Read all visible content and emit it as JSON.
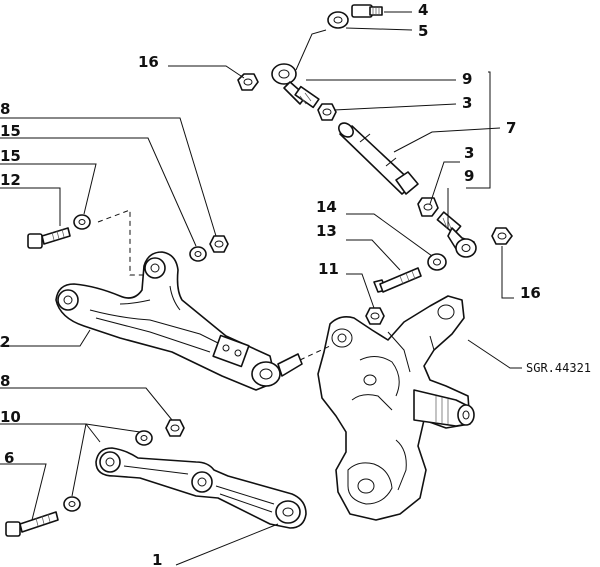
{
  "diagram": {
    "reference_code": "SGR.44321",
    "callouts": [
      {
        "id": "c4",
        "label": "4"
      },
      {
        "id": "c5",
        "label": "5"
      },
      {
        "id": "c16a",
        "label": "16"
      },
      {
        "id": "c9a",
        "label": "9"
      },
      {
        "id": "c3a",
        "label": "3"
      },
      {
        "id": "c7",
        "label": "7"
      },
      {
        "id": "c3b",
        "label": "3"
      },
      {
        "id": "c9b",
        "label": "9"
      },
      {
        "id": "c8a",
        "label": "8"
      },
      {
        "id": "c15a",
        "label": "15"
      },
      {
        "id": "c15b",
        "label": "15"
      },
      {
        "id": "c12",
        "label": "12"
      },
      {
        "id": "c14",
        "label": "14"
      },
      {
        "id": "c13",
        "label": "13"
      },
      {
        "id": "c11",
        "label": "11"
      },
      {
        "id": "c16b",
        "label": "16"
      },
      {
        "id": "c2",
        "label": "2"
      },
      {
        "id": "c8b",
        "label": "8"
      },
      {
        "id": "c10",
        "label": "10"
      },
      {
        "id": "c6",
        "label": "6"
      },
      {
        "id": "c1",
        "label": "1"
      }
    ]
  }
}
